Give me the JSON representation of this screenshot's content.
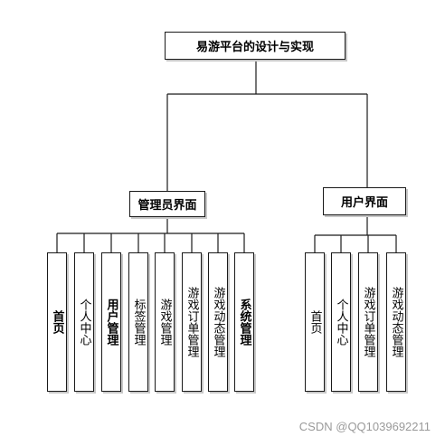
{
  "root": {
    "label": "易游平台的设计与实现"
  },
  "admin": {
    "label": "管理员界面",
    "children": [
      "首页",
      "个人中心",
      "用户管理",
      "标签管理",
      "游戏管理",
      "游戏订单管理",
      "游戏动态管理",
      "系统管理"
    ]
  },
  "user": {
    "label": "用户界面",
    "children": [
      "首页",
      "个人中心",
      "游戏订单管理",
      "游戏动态管理"
    ]
  },
  "watermark": "CSDN @QQ1039692211",
  "colors": {
    "line": "#1a1a1a",
    "shadow": "#c8c8c8",
    "watermark": "#9a9a9a"
  }
}
